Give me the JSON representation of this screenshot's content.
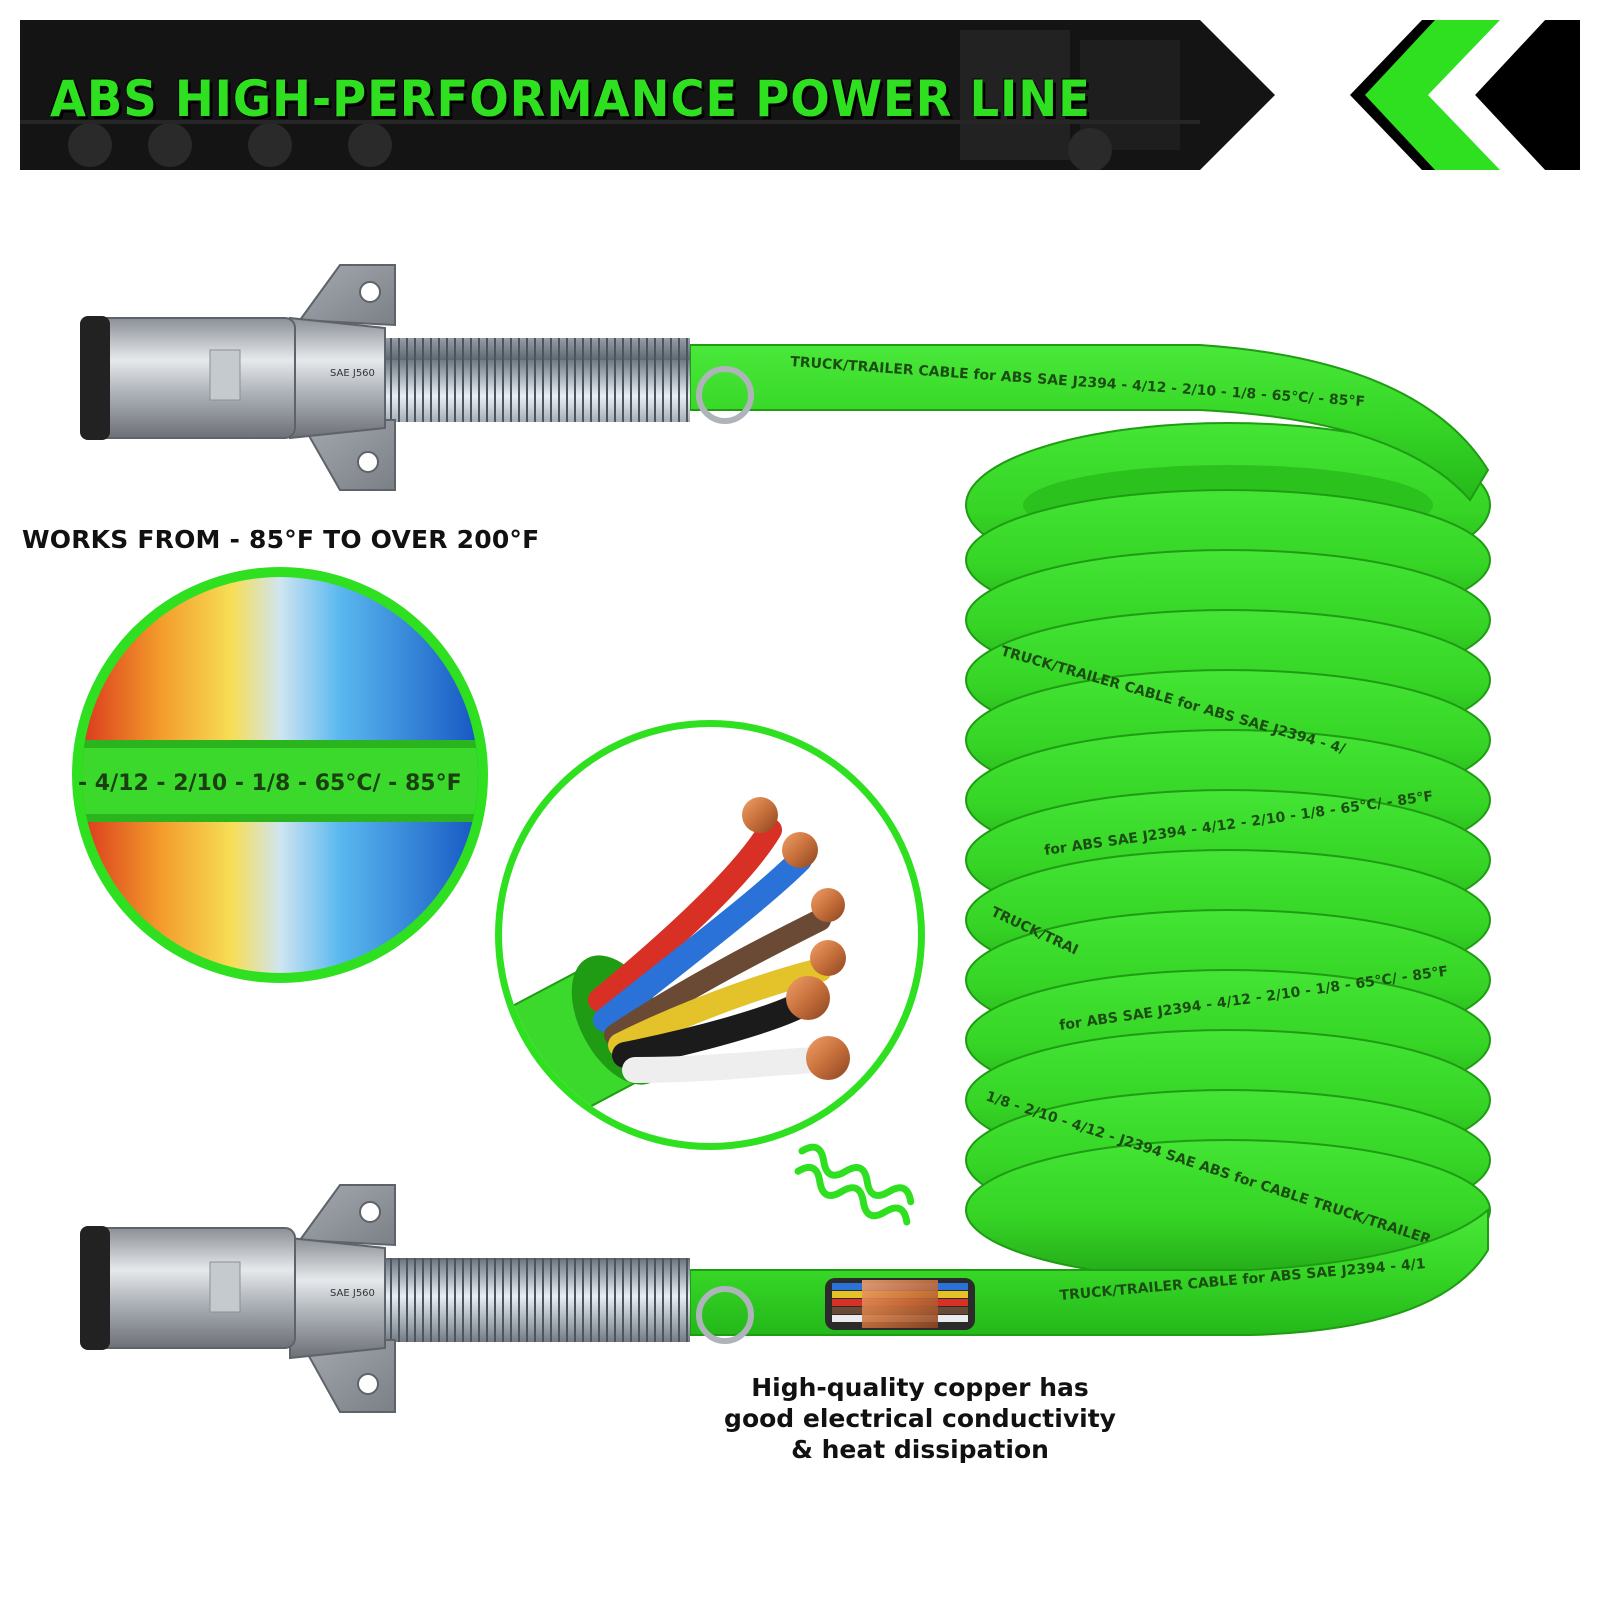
{
  "banner": {
    "title": "ABS HIGH-PERFORMANCE POWER LINE"
  },
  "colors": {
    "accent_green": "#2fe021",
    "cable_green": "#3ad92b",
    "banner_black": "#141414",
    "text_dark": "#111111",
    "copper": "#c8703c"
  },
  "temperature": {
    "caption": "WORKS FROM - 85°F TO OVER 200°F",
    "cable_text": "- 4/12 - 2/10 - 1/8 - 65°C/ - 85°F"
  },
  "cable": {
    "top_print": "TRUCK/TRAILER CABLE for ABS SAE J2394 - 4/12 - 2/10 - 1/8 - 65°C/ - 85°F",
    "coil_print_1": "TRUCK/TRAILER CABLE for ABS SAE J2394 - 4/",
    "coil_print_2": "for ABS SAE J2394 - 4/12 - 2/10 - 1/8 - 65°C/ - 85°F",
    "coil_print_3": "TRUCK/TRAI",
    "coil_print_4": "for ABS SAE J2394 - 4/12 - 2/10 - 1/8 - 65°C/ - 85°F",
    "coil_print_5": "1/8 - 2/10 - 4/12 - J2394 SAE ABS for CABLE TRUCK/TRAILER",
    "bottom_print": "TRUCK/TRAILER CABLE for ABS SAE J2394 - 4/1"
  },
  "plug": {
    "stamp": "SAE J560"
  },
  "copper": {
    "caption_line1": "High-quality copper has",
    "caption_line2": "good electrical conductivity",
    "caption_line3": "& heat dissipation"
  }
}
